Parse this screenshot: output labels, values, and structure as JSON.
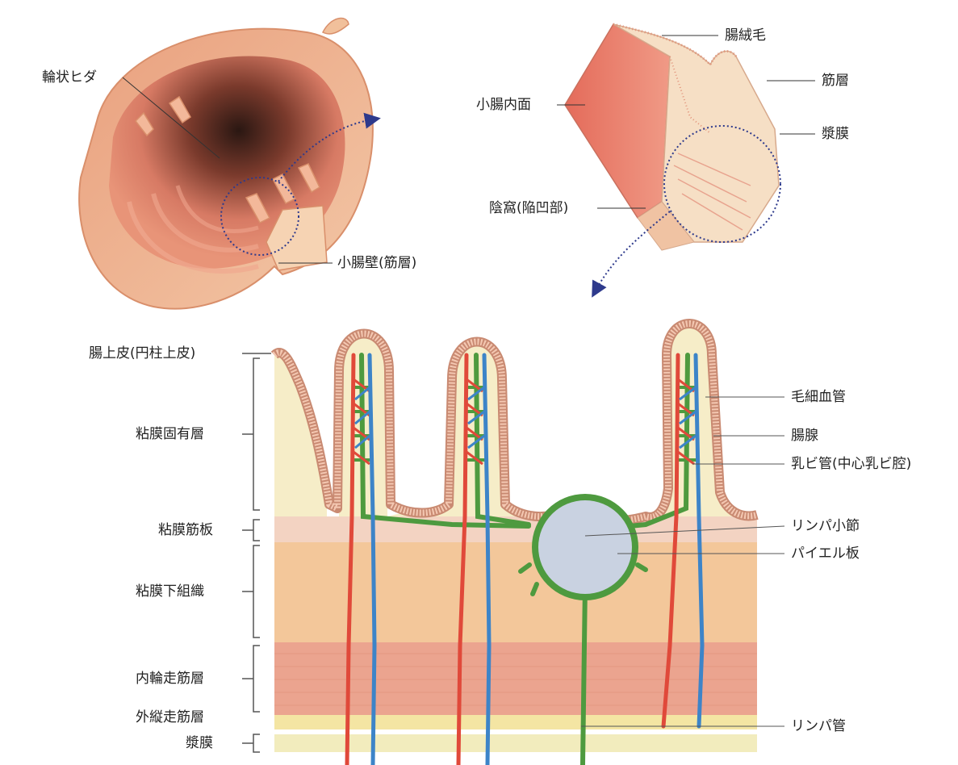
{
  "diagram": {
    "top_left": {
      "circular_fold": "輪状ヒダ",
      "intestinal_wall": "小腸壁(筋層)"
    },
    "top_right": {
      "villi": "腸絨毛",
      "muscle_layer": "筋層",
      "inner_surface": "小腸内面",
      "serosa": "漿膜",
      "crypt": "陰窩(陥凹部)"
    },
    "bottom": {
      "left_labels": {
        "epithelium": "腸上皮(円柱上皮)",
        "lamina_propria": "粘膜固有層",
        "muscularis_mucosae": "粘膜筋板",
        "submucosa": "粘膜下組織",
        "inner_circular": "内輪走筋層",
        "outer_longitudinal": "外縦走筋層",
        "serosa": "漿膜"
      },
      "right_labels": {
        "capillary": "毛細血管",
        "gland": "腸腺",
        "lacteal": "乳ビ管(中心乳ビ腔)",
        "lymph_nodule": "リンパ小節",
        "peyer_patch": "パイエル板",
        "lymph_vessel": "リンパ管"
      }
    },
    "colors": {
      "artery": "#e0493a",
      "vein": "#3d84c8",
      "lymph": "#4e9a3f",
      "mucosa": "#f6edc8",
      "muscularis_mucosae": "#f3d3c2",
      "submucosa": "#f3c79a",
      "circular_muscle": "#eba48f",
      "longitudinal_muscle": "#f4e5a3",
      "serosa": "#f2ecbd",
      "nodule": "#c9d2e1",
      "epithelium": "#f4c8b2",
      "epithelium_stroke": "#c98a72",
      "arrow": "#2e3a8c"
    }
  }
}
